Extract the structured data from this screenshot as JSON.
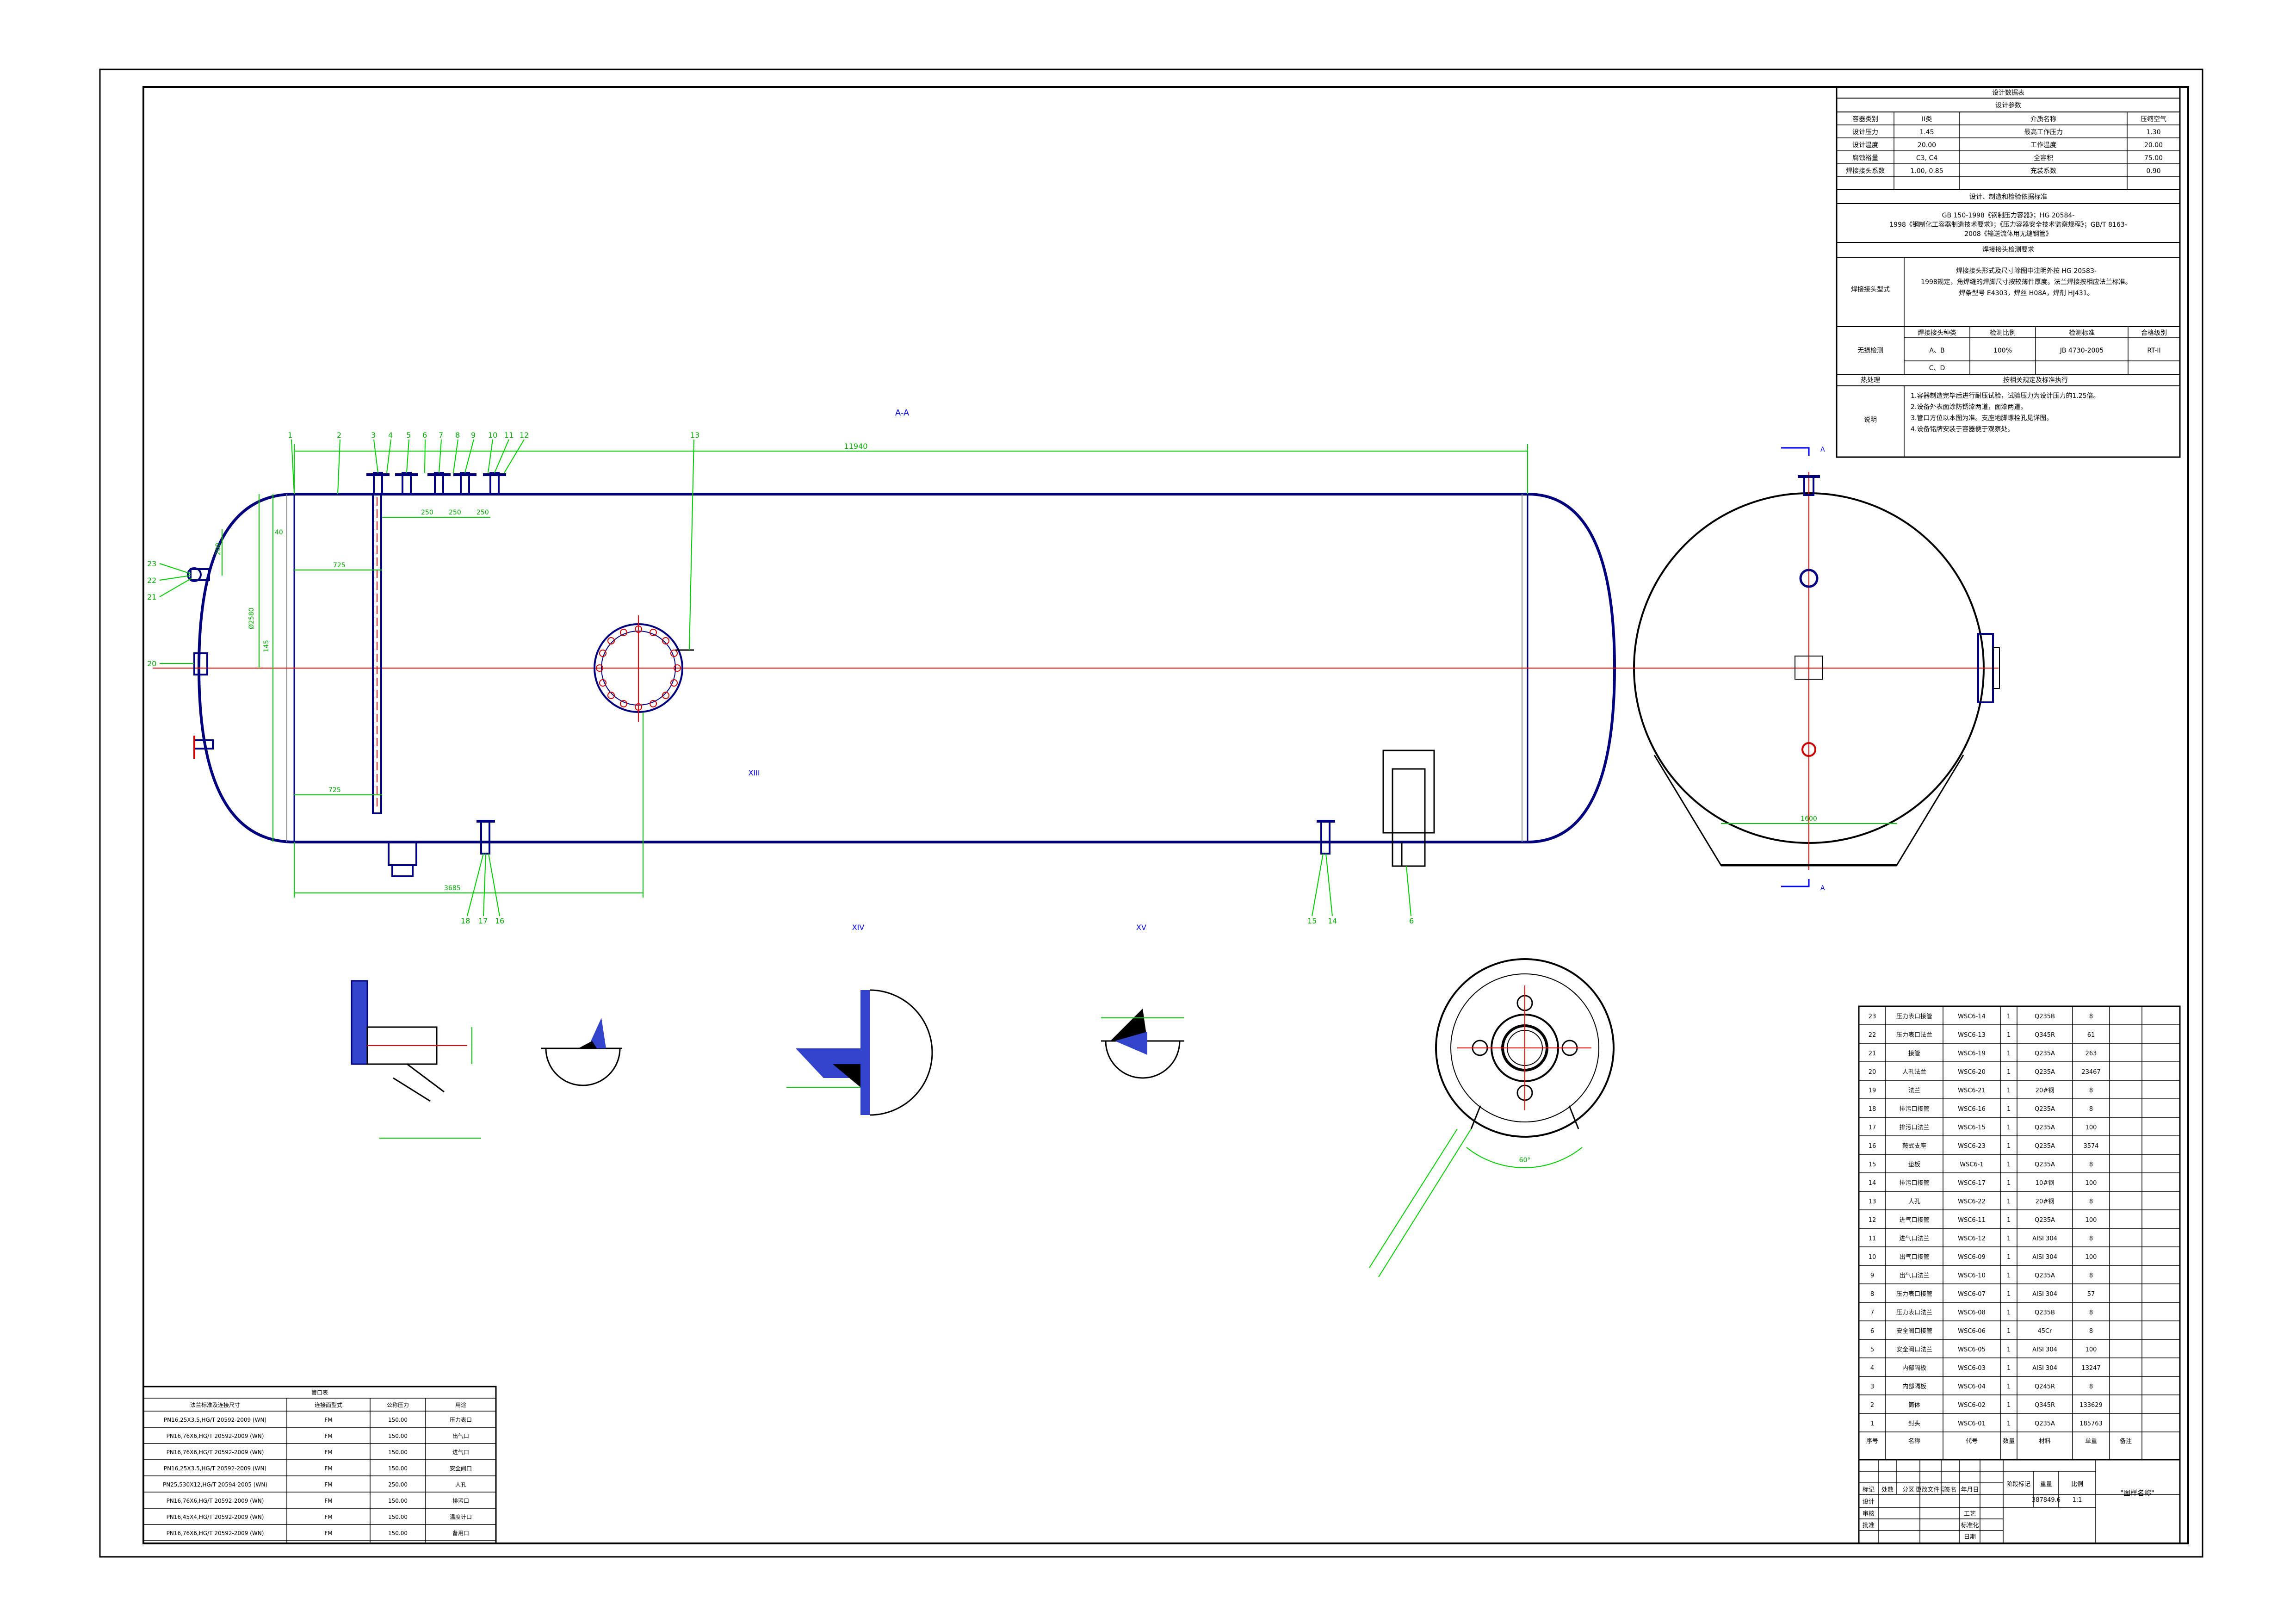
{
  "colors": {
    "outline": "#000000",
    "vessel": "#00007f",
    "dimension": "#00cc00",
    "centerline": "#ff0000",
    "label": "#0000ff"
  },
  "views": {
    "section_label": "A-A",
    "overall_length": "11940",
    "side_width": "1600",
    "detail_labels": [
      "XIII",
      "XIV",
      "XV"
    ],
    "weld_angle": "60°"
  },
  "dims": {
    "nozzle_spacing": [
      "250",
      "250",
      "250"
    ],
    "d_725_top": "725",
    "d_725_bottom": "725",
    "d_3685": "3685",
    "d_40": "40",
    "d_145": "145",
    "d_200": "200",
    "dia": "Ø2580"
  },
  "balloons": {
    "top": [
      "1",
      "2",
      "3",
      "4",
      "5",
      "6",
      "7",
      "8",
      "9",
      "10",
      "11",
      "12",
      "13"
    ],
    "left": [
      "23",
      "22",
      "21",
      "20"
    ],
    "bottom": [
      "18",
      "17",
      "16",
      "15",
      "14"
    ],
    "support": "6"
  },
  "design_data": {
    "title": "设计数据表",
    "subtitle": "设计参数",
    "rows": [
      [
        "容器类别",
        "II类",
        "介质名称",
        "压缩空气"
      ],
      [
        "设计压力",
        "1.45",
        "最高工作压力",
        "1.30"
      ],
      [
        "设计温度",
        "20.00",
        "工作温度",
        "20.00"
      ],
      [
        "腐蚀裕量",
        "C3, C4",
        "全容积",
        "75.00"
      ],
      [
        "焊接接头系数",
        "1.00, 0.85",
        "充装系数",
        "0.90"
      ]
    ],
    "standard_title": "设计、制造和检验依据标准",
    "standards": [
      "GB 150-1998《钢制压力容器》；HG 20584-",
      "1998《钢制化工容器制造技术要求》；《压力容器安全技术监察规程》；GB/T 8163-",
      "2008《输送流体用无缝钢管》"
    ],
    "weld_title": "焊接接头检测要求",
    "weld_label": "焊接接头型式",
    "weld_text": [
      "焊接接头形式及尺寸除图中注明外按 HG 20583-",
      "1998规定，角焊缝的焊脚尺寸按较薄件厚度。法兰焊接按相应法兰标准。",
      "焊条型号 E4303，焊丝 H08A，焊剂 HJ431。"
    ],
    "ndt_label": "无损检测",
    "ndt_headers": [
      "焊接接头种类",
      "检测比例",
      "检测标准",
      "合格级别"
    ],
    "ndt_rows": [
      [
        "A、B",
        "100%",
        "JB 4730-2005",
        "RT-II"
      ],
      [
        "C、D",
        "",
        "",
        " "
      ]
    ],
    "heat_label": "热处理",
    "heat_value": "按相关规定及标准执行",
    "notes_label": "说明",
    "notes": [
      "1.容器制造完毕后进行耐压试验，试验压力为设计压力的1.25倍。",
      "2.设备外表面涂防锈漆两道，面漆两道。",
      "3.管口方位以本图为准。支座地脚螺栓孔见详图。",
      "4.设备铭牌安装于容器便于观察处。"
    ]
  },
  "parts": {
    "rows": [
      [
        "23",
        "压力表口接管",
        "WSC6-14",
        "1",
        "Q235B",
        "8"
      ],
      [
        "22",
        "压力表口法兰",
        "WSC6-13",
        "1",
        "Q345R",
        "61"
      ],
      [
        "21",
        "接管",
        "WSC6-19",
        "1",
        "Q235A",
        "263"
      ],
      [
        "20",
        "人孔法兰",
        "WSC6-20",
        "1",
        "Q235A",
        "23467"
      ],
      [
        "19",
        "法兰",
        "WSC6-21",
        "1",
        "20#钢",
        "8"
      ],
      [
        "18",
        "排污口接管",
        "WSC6-16",
        "1",
        "Q235A",
        "8"
      ],
      [
        "17",
        "排污口法兰",
        "WSC6-15",
        "1",
        "Q235A",
        "100"
      ],
      [
        "16",
        "鞍式支座",
        "WSC6-23",
        "1",
        "Q235A",
        "3574"
      ],
      [
        "15",
        "垫板",
        "WSC6-1",
        "1",
        "Q235A",
        "8"
      ],
      [
        "14",
        "排污口接管",
        "WSC6-17",
        "1",
        "10#钢",
        "100"
      ],
      [
        "13",
        "人孔",
        "WSC6-22",
        "1",
        "20#钢",
        "8"
      ],
      [
        "12",
        "进气口接管",
        "WSC6-11",
        "1",
        "Q235A",
        "100"
      ],
      [
        "11",
        "进气口法兰",
        "WSC6-12",
        "1",
        "AISI 304",
        "8"
      ],
      [
        "10",
        "出气口接管",
        "WSC6-09",
        "1",
        "AISI 304",
        "100"
      ],
      [
        "9",
        "出气口法兰",
        "WSC6-10",
        "1",
        "Q235A",
        "8"
      ],
      [
        "8",
        "压力表口接管",
        "WSC6-07",
        "1",
        "AISI 304",
        "57"
      ],
      [
        "7",
        "压力表口法兰",
        "WSC6-08",
        "1",
        "Q235B",
        "8"
      ],
      [
        "6",
        "安全阀口接管",
        "WSC6-06",
        "1",
        "45Cr",
        "8"
      ],
      [
        "5",
        "安全阀口法兰",
        "WSC6-05",
        "1",
        "AISI 304",
        "100"
      ],
      [
        "4",
        "内部隔板",
        "WSC6-03",
        "1",
        "AISI 304",
        "13247"
      ],
      [
        "3",
        "内部隔板",
        "WSC6-04",
        "1",
        "Q245R",
        "8"
      ],
      [
        "2",
        "筒体",
        "WSC6-02",
        "1",
        "Q345R",
        "133629"
      ],
      [
        "1",
        "封头",
        "WSC6-01",
        "1",
        "Q235A",
        "185763"
      ]
    ],
    "headers": [
      "序号",
      "名称",
      "代号",
      "数量",
      "材料",
      "单重",
      "备注"
    ],
    "title_cells": [
      "标记",
      "处数",
      "分区",
      "更改文件号",
      "签名",
      "年月日",
      "阶段标记",
      "重量",
      "比例"
    ],
    "roles": [
      "设计",
      "审核",
      "工艺",
      "标准化",
      "批准",
      "日期"
    ],
    "weight": "387849.6",
    "scale": "1:1",
    "drawing_name": "\"图样名称\""
  },
  "flange_table": {
    "title": "管口表",
    "headers": [
      "法兰标准及连接尺寸",
      "连接面型式",
      "公称压力",
      "用途"
    ],
    "rows": [
      [
        "PN16,25X3.5,HG/T 20592-2009 (WN)",
        "FM",
        "150.00",
        "压力表口"
      ],
      [
        "PN16,76X6,HG/T 20592-2009 (WN)",
        "FM",
        "150.00",
        "出气口"
      ],
      [
        "PN16,76X6,HG/T 20592-2009 (WN)",
        "FM",
        "150.00",
        "进气口"
      ],
      [
        "PN16,25X3.5,HG/T 20592-2009 (WN)",
        "FM",
        "150.00",
        "安全阀口"
      ],
      [
        "PN25,530X12,HG/T 20594-2005 (WN)",
        "FM",
        "250.00",
        "人孔"
      ],
      [
        "PN16,76X6,HG/T 20592-2009 (WN)",
        "FM",
        "150.00",
        "排污口"
      ],
      [
        "PN16,45X4,HG/T 20592-2009 (WN)",
        "FM",
        "150.00",
        "温度计口"
      ],
      [
        "PN16,76X6,HG/T 20592-2009 (WN)",
        "FM",
        "150.00",
        "备用口"
      ]
    ]
  }
}
